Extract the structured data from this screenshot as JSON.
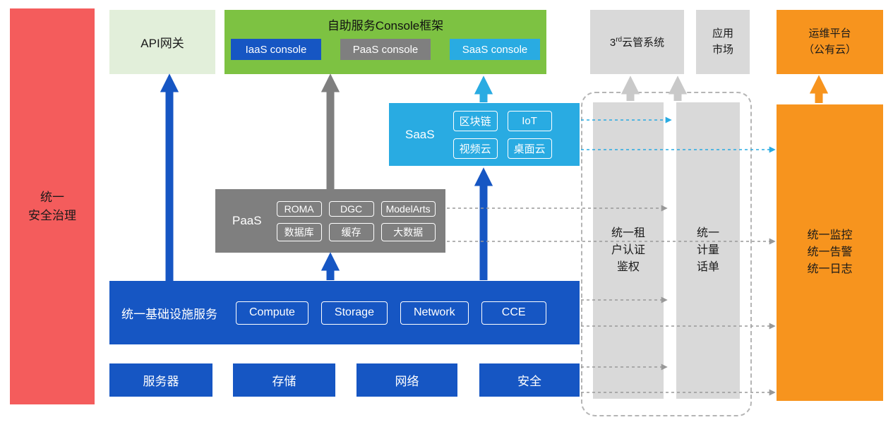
{
  "colors": {
    "red": "#f45c5c",
    "pale_green": "#e2efda",
    "green": "#7dc242",
    "blue": "#1656c3",
    "gray": "#7f7f7f",
    "light_gray": "#d9d9d9",
    "cyan": "#29abe2",
    "orange": "#f7941e"
  },
  "security_bar": {
    "label": "统一\n安全治理"
  },
  "api_gateway": {
    "label": "API网关"
  },
  "console_frame": {
    "title": "自助服务Console框架",
    "items": [
      {
        "label": "IaaS console"
      },
      {
        "label": "PaaS console"
      },
      {
        "label": "SaaS console"
      }
    ]
  },
  "third_party_cloud": {
    "base": "3",
    "sup": "rd",
    "rest": "云管系统"
  },
  "app_market": {
    "label": "应用\n市场"
  },
  "om_platform": {
    "label": "运维平台\n（公有云）"
  },
  "saas": {
    "label": "SaaS",
    "items": [
      "区块链",
      "IoT",
      "视频云",
      "桌面云"
    ]
  },
  "paas": {
    "label": "PaaS",
    "items": [
      "ROMA",
      "DGC",
      "ModelArts",
      "数据库",
      "缓存",
      "大数据"
    ]
  },
  "infrastructure": {
    "label": "统一基础设施服务",
    "items": [
      "Compute",
      "Storage",
      "Network",
      "CCE"
    ]
  },
  "hardware": {
    "items": [
      "服务器",
      "存储",
      "网络",
      "安全"
    ]
  },
  "auth_bar": {
    "label": "统一租\n户认证\n鉴权"
  },
  "metering_bar": {
    "label": "统一\n计量\n话单"
  },
  "monitoring_bar": {
    "label": "统一监控\n统一告警\n统一日志"
  }
}
